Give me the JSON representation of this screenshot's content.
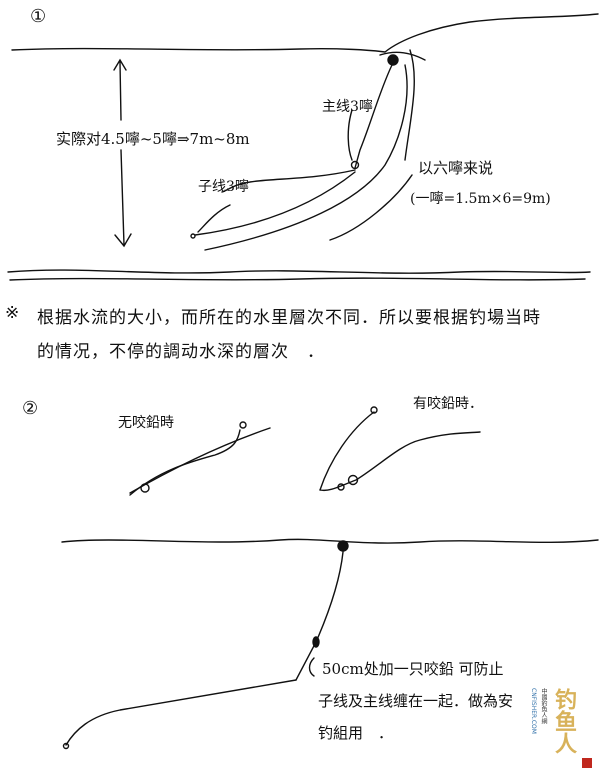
{
  "section1": {
    "number": "①",
    "depth_label": "实際对4.5嚀~5嚀⇒7m~8m",
    "main_line_label": "主线3嚀",
    "sub_line_label": "子线3嚀",
    "rod_label": "以六嚀来说",
    "rod_formula": "(一嚀=1.5m×6=9m)"
  },
  "note": {
    "marker": "※",
    "line1": "根据水流的大小，而所在的水里層次不同．所以要根据钓場当時",
    "line2": "的情况，不停的調动水深的層次　．"
  },
  "section2": {
    "number": "②",
    "no_bite_label": "无咬鉛時",
    "bite_label": "有咬鉛時．",
    "desc_line1": "50cm处加一只咬鉛 可防止",
    "desc_line2": "子线及主线缠在一起．做為安",
    "desc_line3": "钓組用　．"
  },
  "watermark": {
    "logo_text": "钓鱼人",
    "site": "CNFISHER.COM",
    "tagline": "中國釣魚人網"
  },
  "colors": {
    "ink": "#111111",
    "watermark_gold": "#d8b25a",
    "watermark_blue": "#2f6fa8",
    "watermark_red": "#c0281e"
  }
}
